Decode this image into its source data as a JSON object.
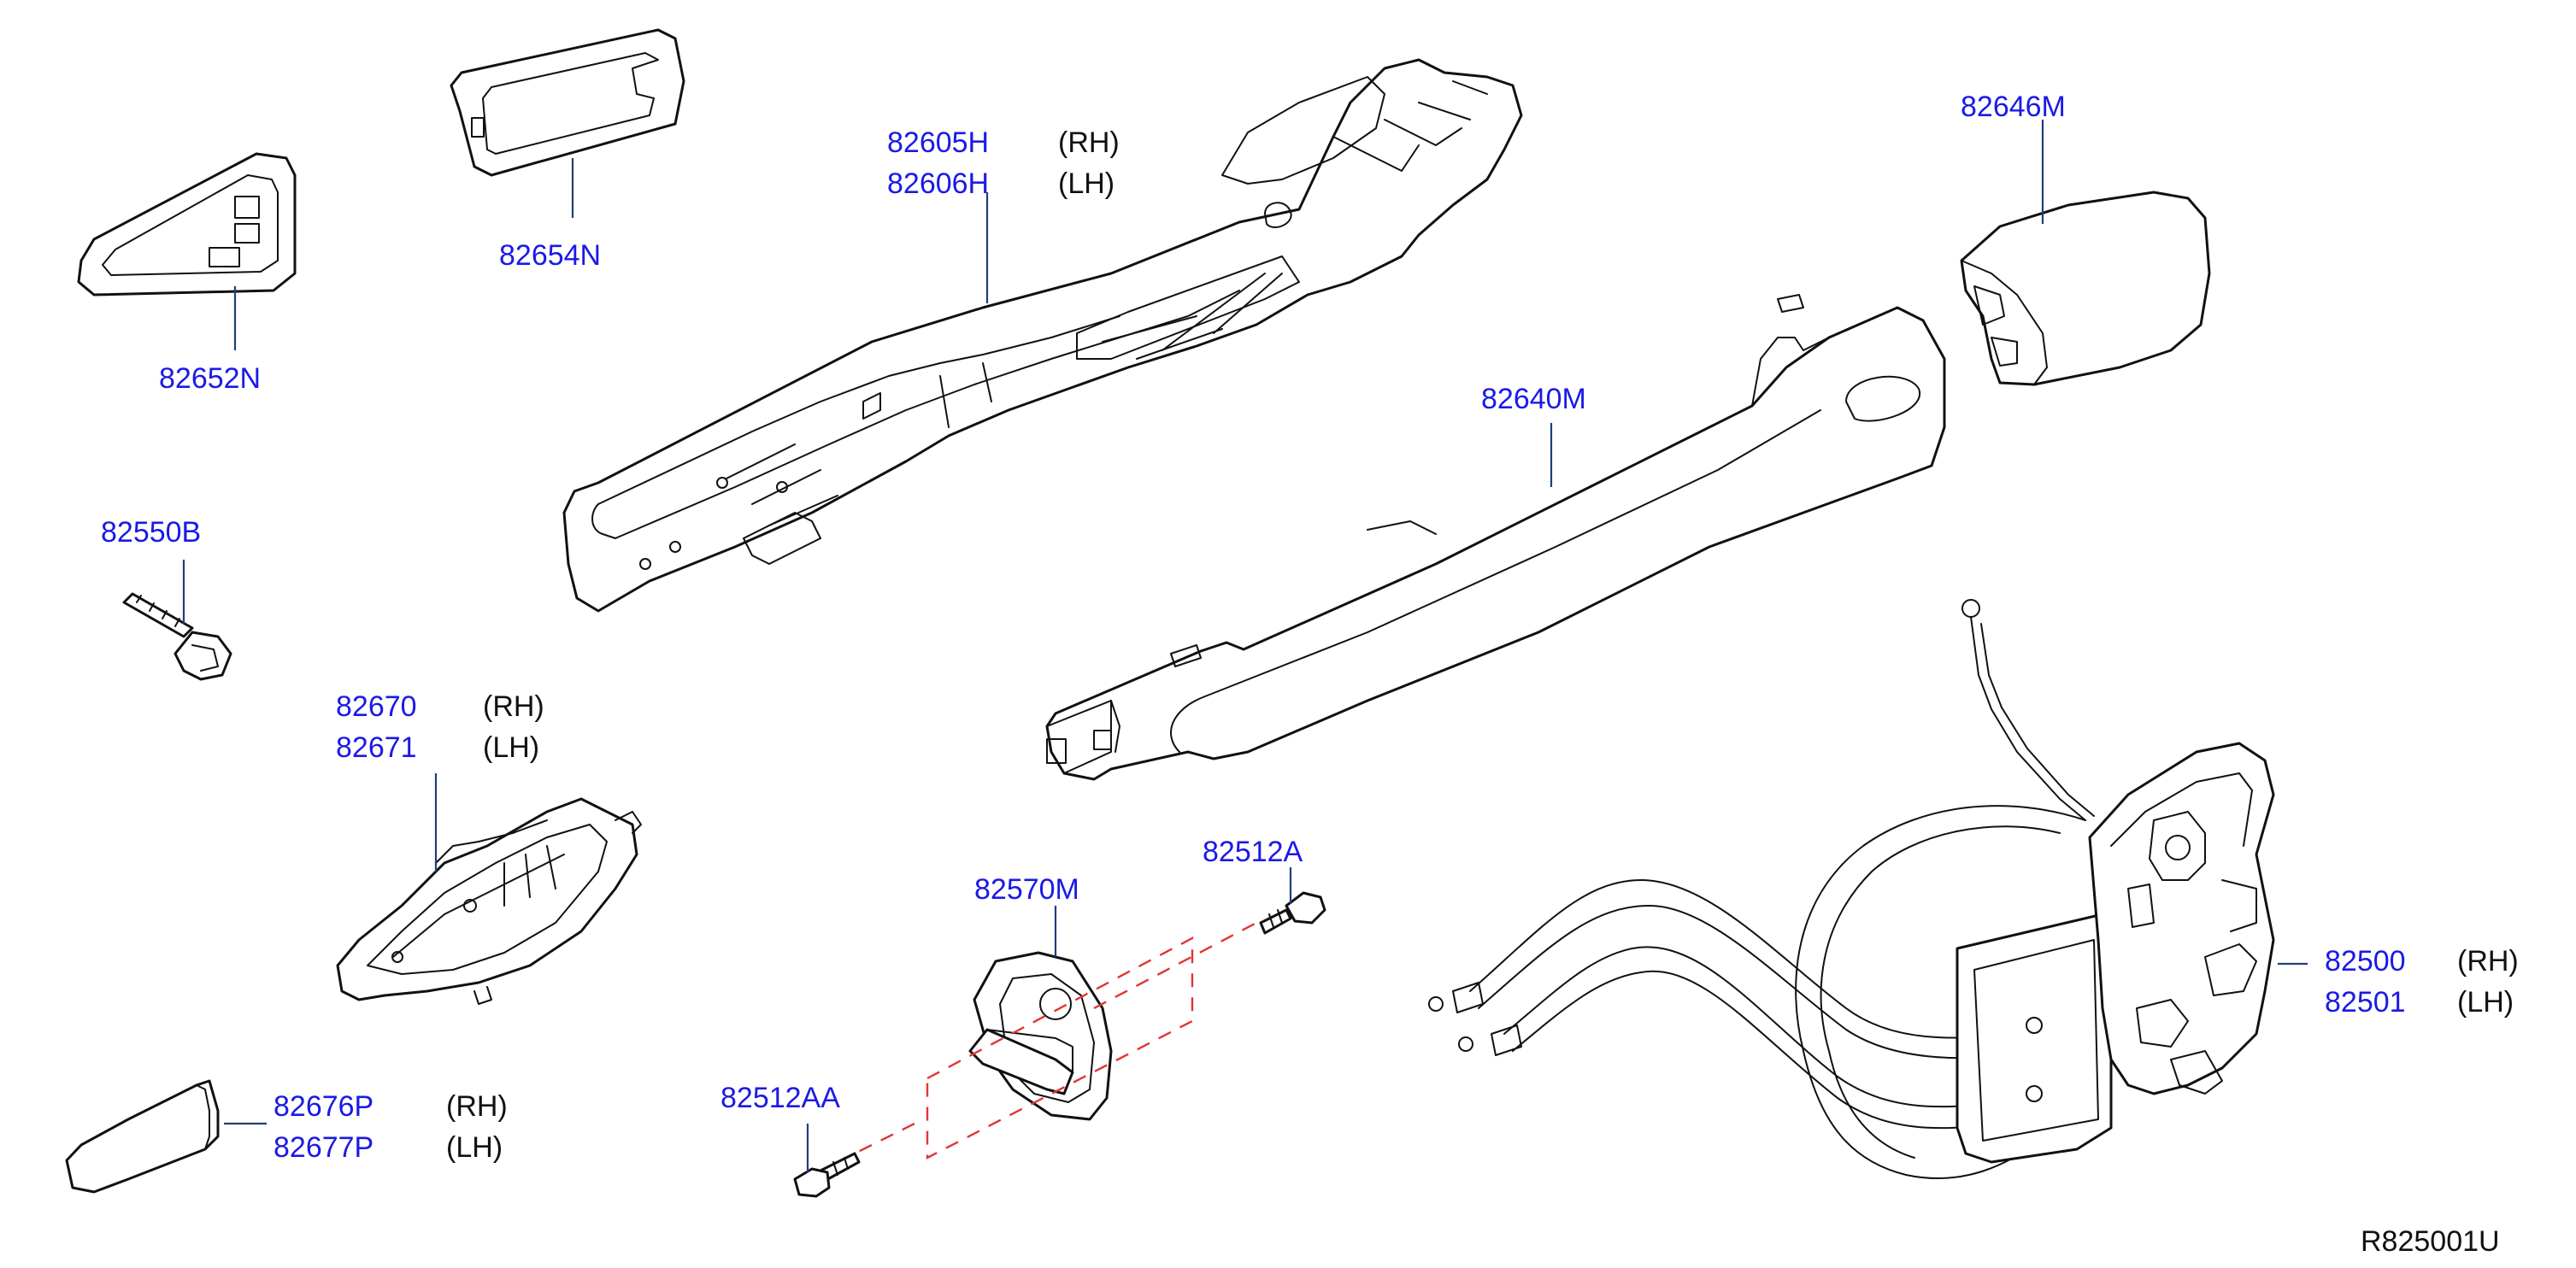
{
  "colors": {
    "part_number": "#1a1ae6",
    "text": "#111111",
    "leader": "#1f3e7a",
    "dashed_guide": "#e23434",
    "background": "#ffffff"
  },
  "labels": {
    "p82605H": "82605H",
    "p82606H": "82606H",
    "p82605H_side": "(RH)",
    "p82606H_side": "(LH)",
    "p82646M": "82646M",
    "p82654N": "82654N",
    "p82652N": "82652N",
    "p82640M": "82640M",
    "p82550B": "82550B",
    "p82670": "82670",
    "p82671": "82671",
    "p82670_side": "(RH)",
    "p82671_side": "(LH)",
    "p82570M": "82570M",
    "p82512A": "82512A",
    "p82512AA": "82512AA",
    "p82500": "82500",
    "p82501": "82501",
    "p82500_side": "(RH)",
    "p82501_side": "(LH)",
    "p82676P": "82676P",
    "p82677P": "82677P",
    "p82676P_side": "(RH)",
    "p82677P_side": "(LH)",
    "reference_code": "R825001U"
  }
}
